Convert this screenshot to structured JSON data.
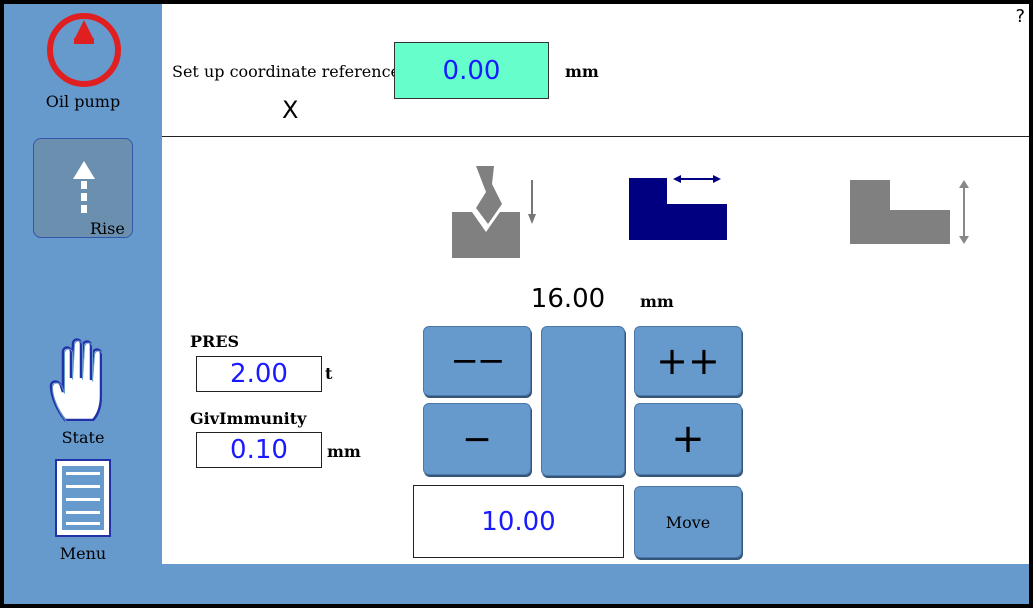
{
  "sidebar": {
    "oil_pump_label": "Oil pump",
    "rise_label": "Rise",
    "state_label": "State",
    "menu_label": "Menu"
  },
  "header": {
    "help": "?",
    "coord_label": "Set up coordinate reference",
    "coord_value": "0.00",
    "coord_unit": "mm",
    "axis": "X"
  },
  "params": {
    "pres_label": "PRES",
    "pres_value": "2.00",
    "pres_unit": "t",
    "giv_label": "GivImmunity",
    "giv_value": "0.10",
    "giv_unit": "mm"
  },
  "jog": {
    "position_value": "16.00",
    "position_unit": "mm",
    "fast_minus": "−−",
    "fast_plus": "++",
    "minus": "−",
    "plus": "+",
    "step_value": "10.00",
    "move_label": "Move"
  },
  "colors": {
    "sidebar": "#6699cc",
    "coord_box": "#66ffcc",
    "value_text": "#1a1aff",
    "selected_axis_icon": "#000080",
    "inactive_icon": "#808080",
    "oil_pump_icon": "#e02020"
  },
  "icons": {
    "oil_pump": "oil-pump-icon",
    "rise": "up-arrow-icon",
    "state": "hand-icon",
    "menu": "menu-list-icon",
    "punch": "punch-die-icon",
    "x_axis": "x-axis-backgauge-icon",
    "r_axis": "r-axis-backgauge-icon"
  }
}
